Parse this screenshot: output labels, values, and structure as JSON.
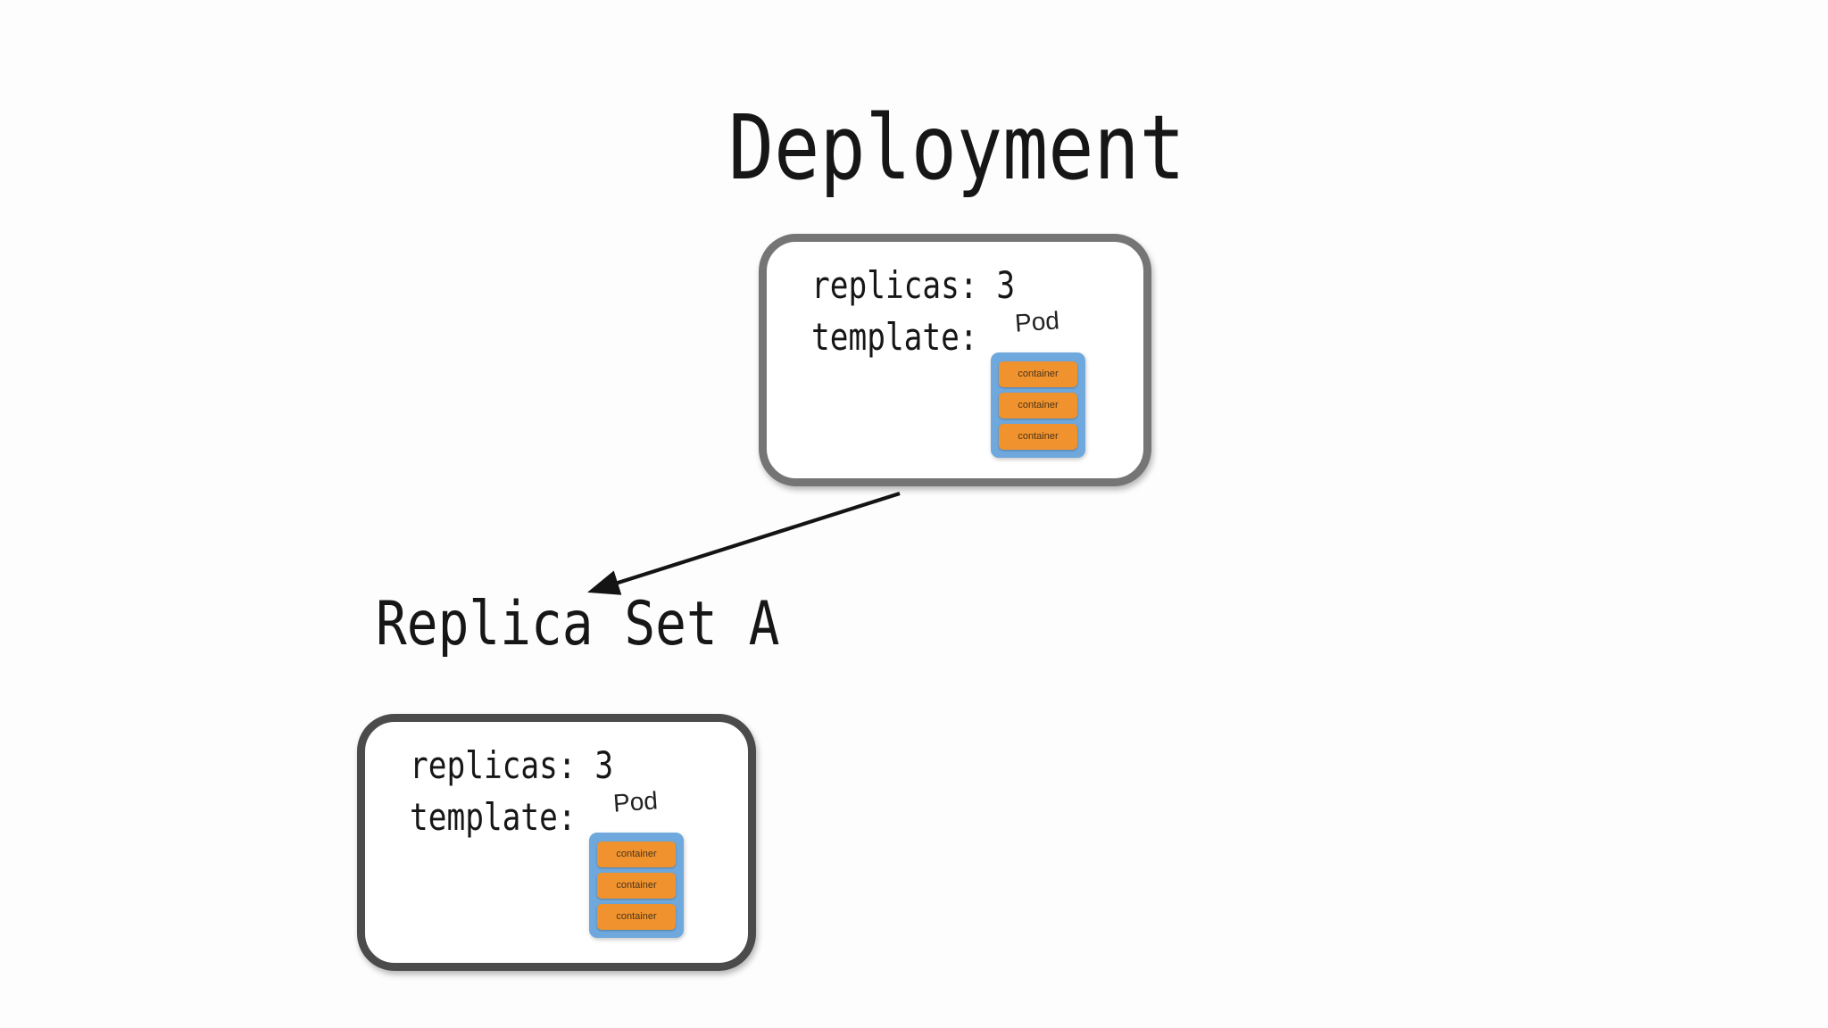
{
  "title": "Deployment",
  "deployment": {
    "box": {
      "replicas_line": "replicas: 3",
      "template_line": "template:",
      "pod": {
        "label": "Pod",
        "containers": [
          "container",
          "container",
          "container"
        ]
      }
    }
  },
  "replicaset": {
    "title": "Replica Set A",
    "box": {
      "replicas_line": "replicas: 3",
      "template_line": "template:",
      "pod": {
        "label": "Pod",
        "containers": [
          "container",
          "container",
          "container"
        ]
      }
    }
  },
  "colors": {
    "background": "#fdfdfd",
    "deployment_border": "#757575",
    "replicaset_border": "#4b4b4b",
    "pod_blue": "#6fa8dc",
    "container_orange": "#f0922d",
    "arrow": "#141414",
    "text": "#161616"
  }
}
